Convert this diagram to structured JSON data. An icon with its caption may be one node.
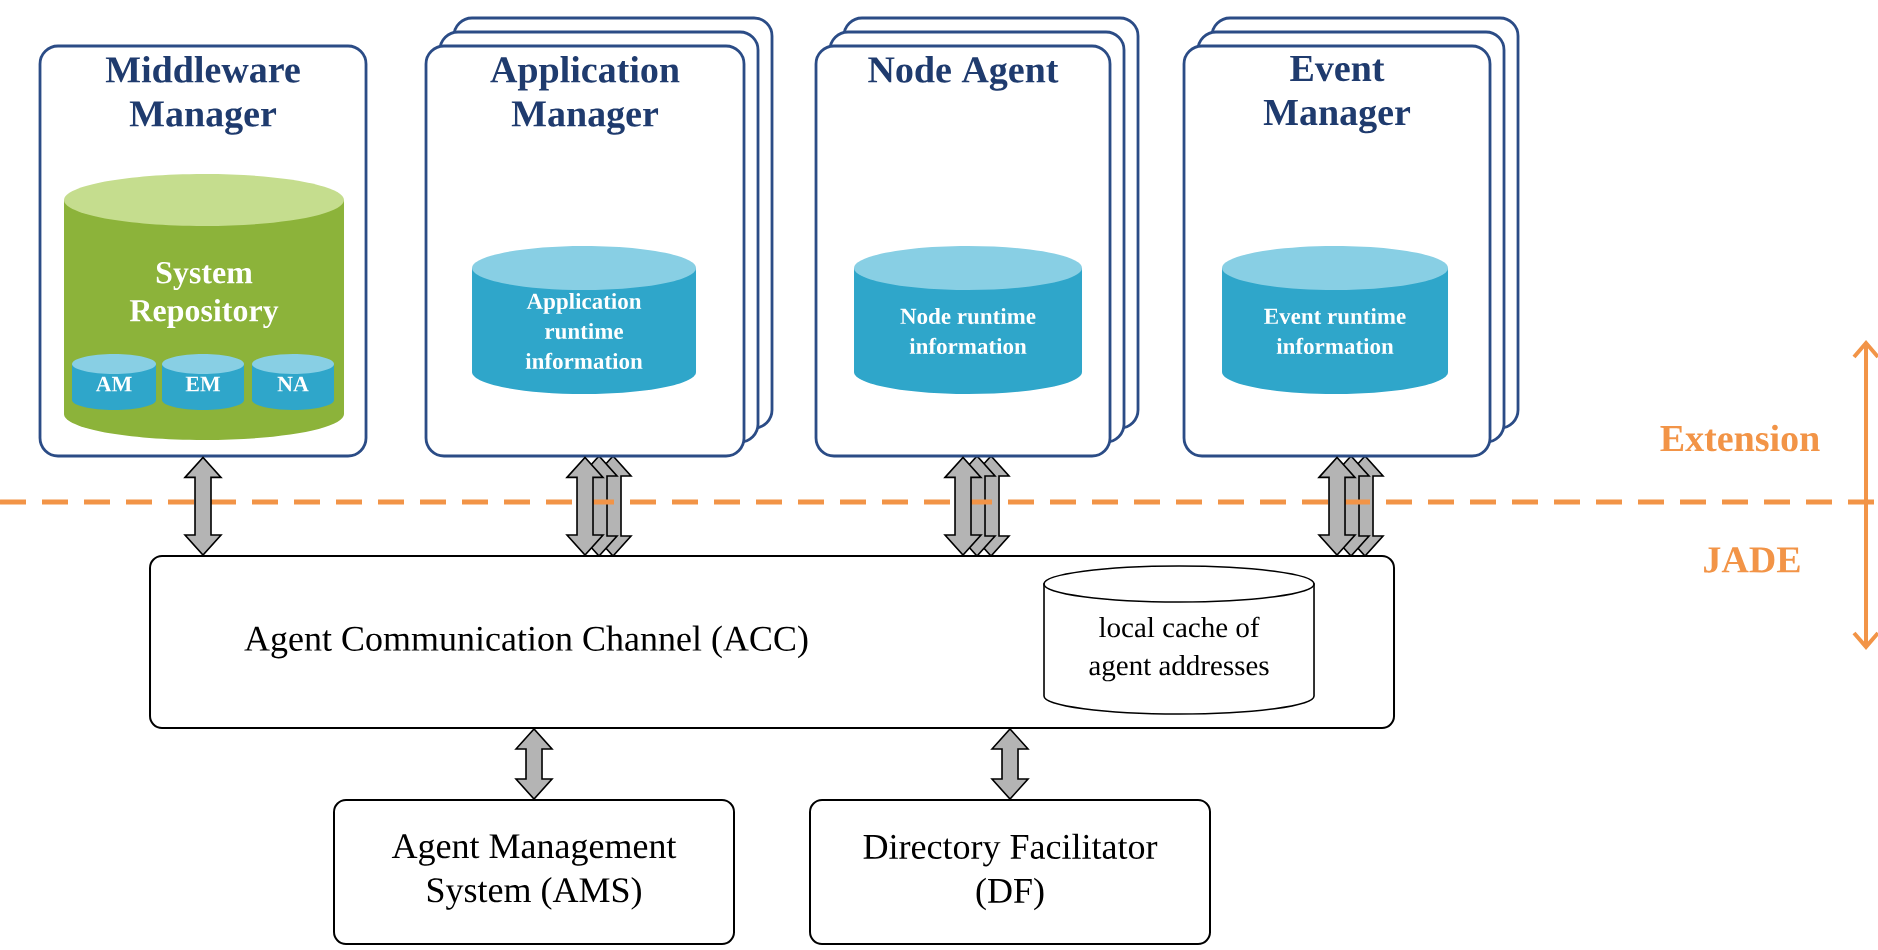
{
  "diagram": {
    "nodes": [
      {
        "text": [
          "Middleware Manager"
        ]
      },
      {
        "text": [
          "System Repository"
        ],
        "in": 0
      },
      {
        "text": [
          "AM"
        ],
        "in": 1
      },
      {
        "text": [
          "EM"
        ],
        "in": 1
      },
      {
        "text": [
          "NA"
        ],
        "in": 1
      },
      {
        "text": [
          "Application Manager"
        ]
      },
      {
        "text": [
          "Application runtime information"
        ],
        "in": 5
      },
      {
        "text": [
          "Node Agent"
        ]
      },
      {
        "text": [
          "Node runtime information"
        ],
        "in": 7
      },
      {
        "text": [
          "Event Manager"
        ]
      },
      {
        "text": [
          "Event runtime information"
        ],
        "in": 9
      },
      {
        "text": [
          "Agent Communication Channel (ACC)"
        ]
      },
      {
        "text": [
          "local cache of agent addresses"
        ],
        "in": 11
      },
      {
        "text": [
          "Agent Management System (AMS)"
        ]
      },
      {
        "text": [
          "Directory Facilitator (DF)"
        ]
      }
    ],
    "edges": [
      {
        "from": 0,
        "to": 11,
        "arrow": "both"
      },
      {
        "from": 5,
        "to": 11,
        "arrow": "both"
      },
      {
        "from": 7,
        "to": 11,
        "arrow": "both"
      },
      {
        "from": 9,
        "to": 11,
        "arrow": "both"
      },
      {
        "from": 11,
        "to": 13,
        "arrow": "both"
      },
      {
        "from": 11,
        "to": 14,
        "arrow": "both"
      }
    ],
    "labels": [
      "Extension",
      "JADE"
    ]
  }
}
